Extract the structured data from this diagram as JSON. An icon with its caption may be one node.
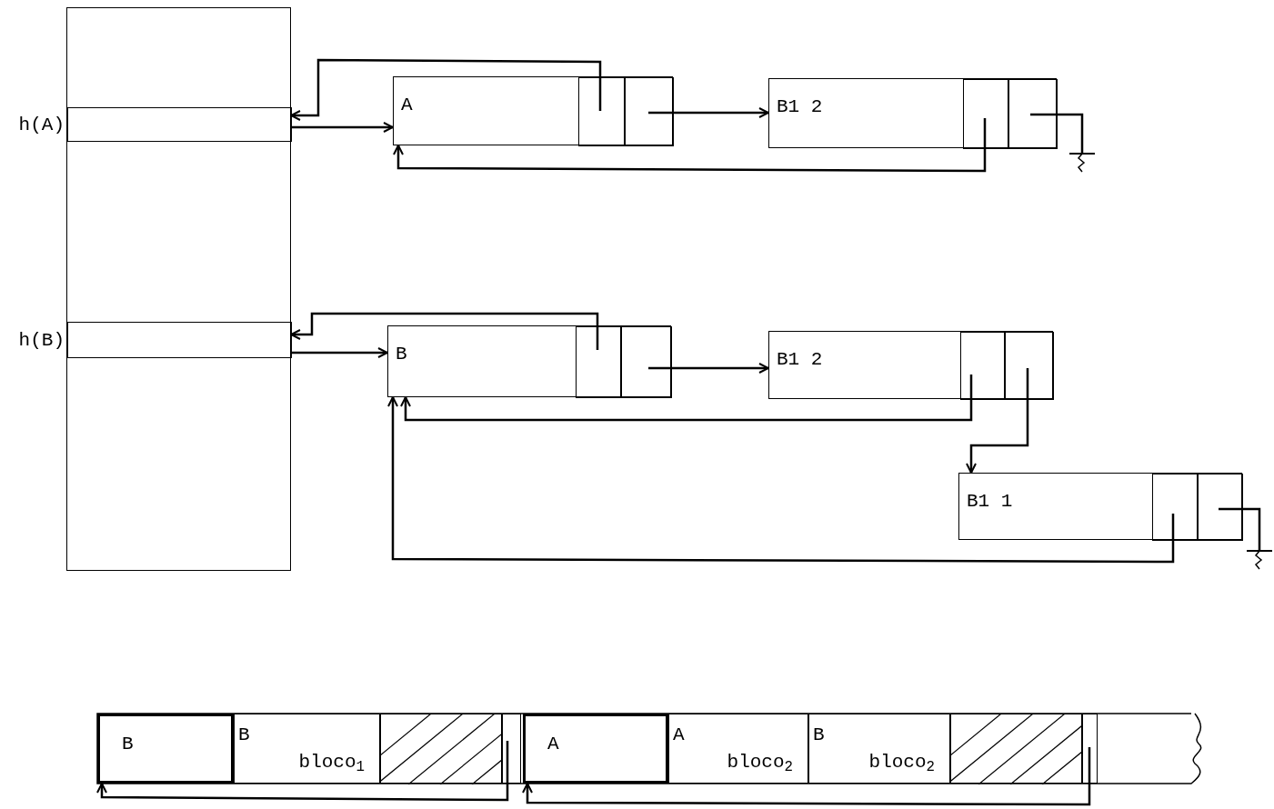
{
  "diagram": {
    "nodes": [
      {
        "text": [],
        "shape": "box"
      },
      {
        "text": [],
        "shape": "box",
        "in": 0,
        "beside": [
          "h(A)"
        ]
      },
      {
        "text": [],
        "shape": "box",
        "in": 0,
        "beside": [
          "h(B)"
        ]
      },
      {
        "text": [
          "A"
        ]
      },
      {
        "text": [],
        "shape": "box",
        "in": 3
      },
      {
        "text": [],
        "shape": "box",
        "in": 3
      },
      {
        "text": [
          "B1 2"
        ]
      },
      {
        "text": [],
        "shape": "box",
        "in": 6
      },
      {
        "text": [],
        "shape": "box",
        "in": 6
      },
      {
        "text": [
          "B"
        ]
      },
      {
        "text": [],
        "shape": "box",
        "in": 9
      },
      {
        "text": [],
        "shape": "box",
        "in": 9
      },
      {
        "text": [
          "B1 2"
        ]
      },
      {
        "text": [],
        "shape": "box",
        "in": 12
      },
      {
        "text": [],
        "shape": "box",
        "in": 12
      },
      {
        "text": [
          "B1 1"
        ]
      },
      {
        "text": [],
        "shape": "box",
        "in": 15
      },
      {
        "text": [],
        "shape": "box",
        "in": 15
      },
      {
        "text": [],
        "shape": "bar"
      },
      {
        "text": [
          "B"
        ],
        "in": 18
      },
      {
        "text": [
          "B",
          "bloco$_{1}$"
        ],
        "in": 18
      },
      {
        "text": [],
        "shape": "box",
        "in": 18
      },
      {
        "text": [],
        "shape": "box",
        "in": 18
      },
      {
        "text": [
          "A"
        ],
        "in": 18
      },
      {
        "text": [
          "A",
          "bloco$_{2}$"
        ],
        "in": 18
      },
      {
        "text": [
          "B",
          "bloco$_{2}$"
        ],
        "in": 18
      },
      {
        "text": [],
        "shape": "box",
        "in": 18
      },
      {
        "text": [],
        "shape": "box",
        "in": 18
      },
      {
        "text": [],
        "shape": "ground"
      },
      {
        "text": [],
        "shape": "ground"
      }
    ],
    "edges": [
      {
        "from": 1,
        "to": 3,
        "arrow": "to"
      },
      {
        "from": 4,
        "to": 1,
        "arrow": "to"
      },
      {
        "from": 5,
        "to": 6,
        "arrow": "to"
      },
      {
        "from": 7,
        "to": 3,
        "arrow": "to"
      },
      {
        "from": 8,
        "to": 28,
        "arrow": "none"
      },
      {
        "from": 2,
        "to": 9,
        "arrow": "to"
      },
      {
        "from": 10,
        "to": 2,
        "arrow": "to"
      },
      {
        "from": 11,
        "to": 12,
        "arrow": "to"
      },
      {
        "from": 13,
        "to": 9,
        "arrow": "to"
      },
      {
        "from": 14,
        "to": 15,
        "arrow": "to"
      },
      {
        "from": 16,
        "to": 9,
        "arrow": "to"
      },
      {
        "from": 17,
        "to": 29,
        "arrow": "none"
      },
      {
        "from": 22,
        "to": 19,
        "arrow": "to"
      },
      {
        "from": 27,
        "to": 23,
        "arrow": "to"
      }
    ]
  }
}
